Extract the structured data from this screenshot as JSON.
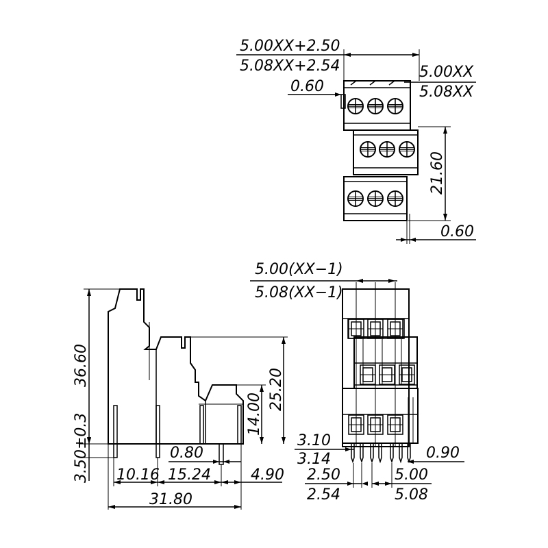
{
  "top_view": {
    "pitch_total": {
      "upper": "5.00XX+2.50",
      "lower": "5.08XX+2.54"
    },
    "pitch_single": {
      "upper": "5.00XX",
      "lower": "5.08XX"
    },
    "offset_top": "0.60",
    "height": "21.60",
    "offset_bottom": "0.60"
  },
  "side_view": {
    "total_height": "36.60",
    "level2_height": "25.20",
    "level1_height": "14.00",
    "pin_length": "3.50±0.3",
    "pin_width": "0.80",
    "row_spacing_1": "10.16",
    "row_spacing_2": "15.24",
    "front_overhang": "4.90",
    "total_depth": "31.80"
  },
  "front_view": {
    "pitch": {
      "upper": "5.00(XX−1)",
      "lower": "5.08(XX−1)"
    },
    "hole": {
      "upper": "3.10",
      "lower": "3.14"
    },
    "pin": "0.90",
    "offset": {
      "upper": "2.50",
      "lower": "2.54"
    },
    "pin_pitch": {
      "upper": "5.00",
      "lower": "5.08"
    }
  }
}
